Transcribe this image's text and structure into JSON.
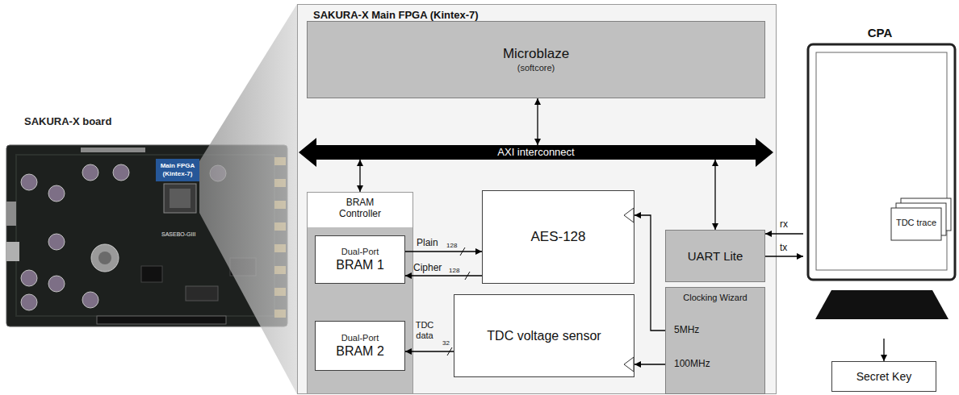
{
  "diagram": {
    "nodes": [
      {
        "text": [
          "SAKURA-X board"
        ]
      },
      {
        "text": [
          "Main FPGA (Kintex-7)"
        ],
        "in": 0
      },
      {
        "text": [
          "SAKURA-X Main FPGA (Kintex-7)"
        ]
      },
      {
        "text": [
          "Microblaze",
          "(softcore)"
        ],
        "in": 2
      },
      {
        "text": [
          "AXI interconnect"
        ],
        "in": 2
      },
      {
        "text": [
          "BRAM Controller"
        ],
        "in": 2
      },
      {
        "text": [
          "Dual-Port",
          "BRAM 1"
        ],
        "in": 5
      },
      {
        "text": [
          "Dual-Port",
          "BRAM 2"
        ],
        "in": 5
      },
      {
        "text": [
          "AES-128"
        ],
        "in": 2
      },
      {
        "text": [
          "TDC voltage sensor"
        ],
        "in": 2
      },
      {
        "text": [
          "UART Lite"
        ],
        "in": 2
      },
      {
        "text": [
          "Clocking Wizard",
          "5MHz",
          "100MHz"
        ],
        "in": 2
      },
      {
        "text": [
          "CPA",
          "TDC trace"
        ]
      },
      {
        "text": [
          "Secret Key"
        ]
      }
    ],
    "edges": [
      {
        "from": 3,
        "to": 4,
        "arrow": "both"
      },
      {
        "from": 4,
        "to": 5,
        "arrow": "both"
      },
      {
        "from": 4,
        "to": 10,
        "arrow": "both"
      },
      {
        "from": 6,
        "to": 8,
        "label": "Plain",
        "arrow": "to"
      },
      {
        "from": 8,
        "to": 6,
        "label": "Cipher",
        "arrow": "to"
      },
      {
        "from": 9,
        "to": 7,
        "label": "TDC data",
        "arrow": "to"
      },
      {
        "from": 11,
        "to": 8,
        "arrow": "to"
      },
      {
        "from": 11,
        "to": 9,
        "arrow": "to"
      },
      {
        "from": 12,
        "to": 10,
        "label": "rx",
        "arrow": "to"
      },
      {
        "from": 10,
        "to": 12,
        "label": "tx",
        "arrow": "to"
      },
      {
        "from": 12,
        "to": 13,
        "arrow": "to"
      }
    ],
    "labels": [
      "128",
      "128",
      "32",
      "SASEBO-GIII"
    ]
  }
}
